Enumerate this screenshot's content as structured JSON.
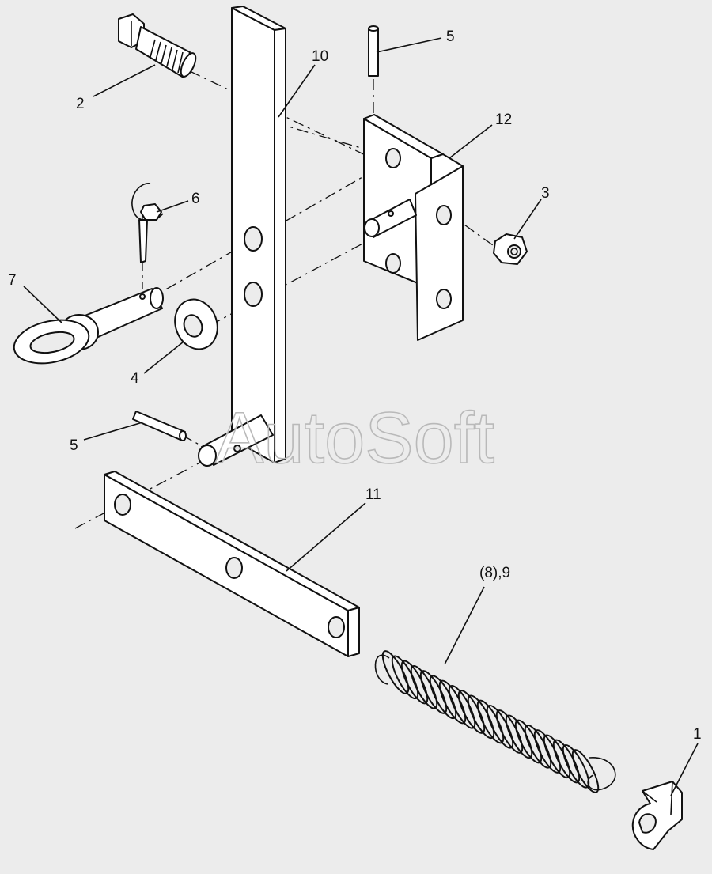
{
  "watermark": "AutoSoft",
  "callouts": {
    "c1": "1",
    "c2": "2",
    "c3": "3",
    "c4": "4",
    "c5_top": "5",
    "c5_left": "5",
    "c6": "6",
    "c7": "7",
    "c8_9": "(8),9",
    "c10": "10",
    "c11": "11",
    "c12": "12"
  },
  "colors": {
    "background": "#ececec",
    "line": "#111111",
    "watermark": "#b9b9b9"
  }
}
